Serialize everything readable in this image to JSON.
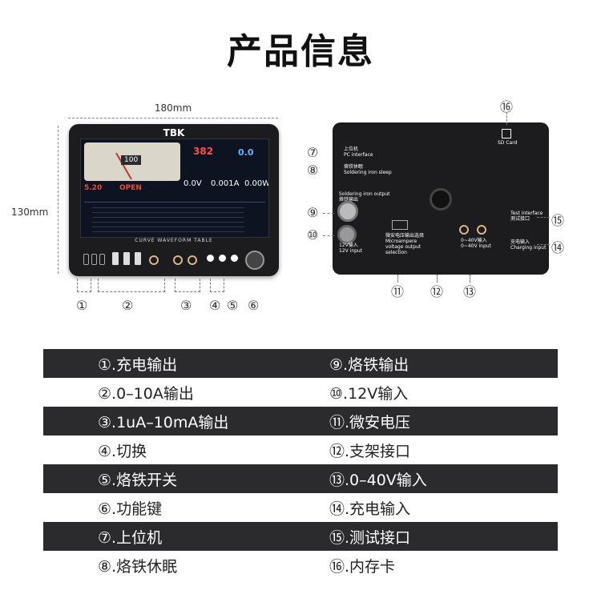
{
  "title": "产品信息",
  "dimensions": {
    "width": "180mm",
    "height": "130mm"
  },
  "front_device": {
    "brand": "TBK",
    "screen": {
      "meter_value": "100",
      "temperature": "382",
      "voltage_readout": "0.0V",
      "current_readout": "0.001A",
      "power_readout": "0.00W",
      "blue_readout": "0.0",
      "voltage_small": "5.20",
      "status": "OPEN"
    },
    "panel_label": "CURVE WAVEFORM TABLE"
  },
  "front_callouts": [
    "①",
    "②",
    "③",
    "④",
    "⑤",
    "⑥"
  ],
  "back_device": {
    "labels": {
      "pc_cn": "上位机",
      "pc_en": "PC interface",
      "sleep_cn": "烙铁休眠",
      "sleep_en": "Soldering iron sleep",
      "iron_out_en": "Soldering iron output",
      "iron_out_cn": "烙铁输出",
      "in12_cn": "12V输入",
      "in12_en": "12V input",
      "micro_cn": "微安电压输出选择",
      "micro_en": "Microampere voltage output selection",
      "in40_cn": "0~40V输入",
      "in40_en": "0~40V input",
      "charge_cn": "充电输入",
      "charge_en": "Charging input",
      "test_en": "Test interface",
      "test_cn": "测试接口",
      "sd": "SD Card"
    }
  },
  "back_callouts": {
    "c7": "⑦",
    "c8": "⑧",
    "c9": "⑨",
    "c10": "⑩",
    "c11": "⑪",
    "c12": "⑫",
    "c13": "⑬",
    "c14": "⑭",
    "c15": "⑮",
    "c16": "⑯"
  },
  "spec_rows": [
    {
      "left": "①.充电输出",
      "right": "⑨.烙铁输出"
    },
    {
      "left": "②.0–10A输出",
      "right": "⑩.12V输入"
    },
    {
      "left": "③.1uA–10mA输出",
      "right": "⑪.微安电压"
    },
    {
      "left": "④.切换",
      "right": "⑫.支架接口"
    },
    {
      "left": "⑤.烙铁开关",
      "right": "⑬.0–40V输入"
    },
    {
      "left": "⑥.功能键",
      "right": "⑭.充电输入"
    },
    {
      "left": "⑦.上位机",
      "right": "⑮.测试接口"
    },
    {
      "left": "⑧.烙铁休眠",
      "right": "⑯.内存卡"
    }
  ]
}
